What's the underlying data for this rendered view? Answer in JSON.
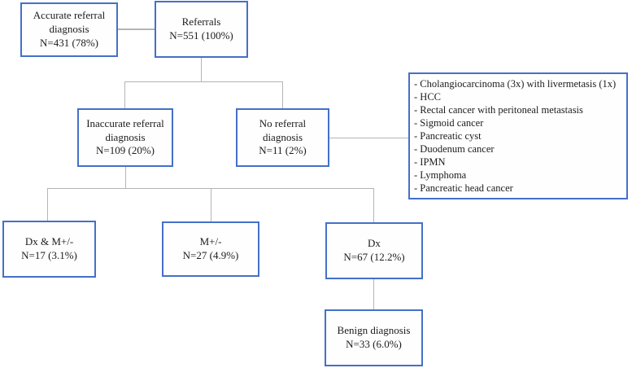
{
  "figure": {
    "type": "flowchart",
    "description": "Referral diagnosis flow diagram"
  },
  "colors": {
    "box_border": "#4470c8",
    "connector": "#b4b4b4",
    "text": "#1c1c1c",
    "background": "#ffffff"
  },
  "boxes": {
    "accurate": {
      "line1": "Accurate referral",
      "line2": "diagnosis",
      "line3": "N=431 (78%)"
    },
    "referrals": {
      "line1": "Referrals",
      "line2": "N=551 (100%)"
    },
    "inaccurate": {
      "line1": "Inaccurate referral",
      "line2": "diagnosis",
      "line3": "N=109 (20%)"
    },
    "no_referral": {
      "line1": "No referral",
      "line2": "diagnosis",
      "line3": "N=11 (2%)"
    },
    "dx_and_m": {
      "line1": "Dx & M+/-",
      "line2": "N=17 (3.1%)"
    },
    "m": {
      "line1": "M+/-",
      "line2": "N=27 (4.9%)"
    },
    "dx": {
      "line1": "Dx",
      "line2": "N=67 (12.2%)"
    },
    "benign": {
      "line1": "Benign diagnosis",
      "line2": "N=33 (6.0%)"
    }
  },
  "no_referral_list": {
    "items": [
      "- Cholangiocarcinoma (3x) with livermetasis (1x)",
      "- HCC",
      "- Rectal cancer with peritoneal metastasis",
      "- Sigmoid cancer",
      "- Pancreatic cyst",
      "- Duodenum cancer",
      "- IPMN",
      "- Lymphoma",
      "- Pancreatic head cancer"
    ]
  }
}
